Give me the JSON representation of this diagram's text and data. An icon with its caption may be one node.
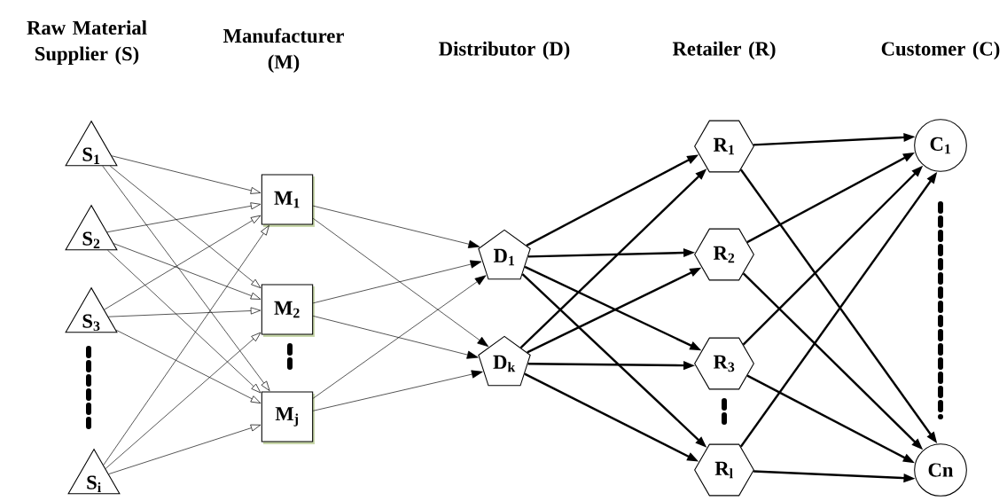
{
  "diagram": {
    "nodes": [
      {
        "text": [
          "S$_{1}$"
        ]
      },
      {
        "text": [
          "S$_{2}$"
        ]
      },
      {
        "text": [
          "S$_{3}$"
        ]
      },
      {
        "text": [
          "S$_{i}$"
        ]
      },
      {
        "text": [
          "M$_{1}$"
        ]
      },
      {
        "text": [
          "M$_{2}$"
        ]
      },
      {
        "text": [
          "M$_{j}$"
        ]
      },
      {
        "text": [
          "D$_{1}$"
        ]
      },
      {
        "text": [
          "D$_{k}$"
        ]
      },
      {
        "text": [
          "R$_{1}$"
        ]
      },
      {
        "text": [
          "R$_{2}$"
        ]
      },
      {
        "text": [
          "R$_{3}$"
        ]
      },
      {
        "text": [
          "R$_{l}$"
        ]
      },
      {
        "text": [
          "C$_{1}$"
        ]
      },
      {
        "text": [
          "Cn"
        ]
      }
    ],
    "edges": [
      {
        "from": 0,
        "to": 4,
        "arrow": "to"
      },
      {
        "from": 0,
        "to": 5,
        "arrow": "to"
      },
      {
        "from": 0,
        "to": 6,
        "arrow": "to"
      },
      {
        "from": 1,
        "to": 4,
        "arrow": "to"
      },
      {
        "from": 1,
        "to": 5,
        "arrow": "to"
      },
      {
        "from": 1,
        "to": 6,
        "arrow": "to"
      },
      {
        "from": 2,
        "to": 4,
        "arrow": "to"
      },
      {
        "from": 2,
        "to": 5,
        "arrow": "to"
      },
      {
        "from": 2,
        "to": 6,
        "arrow": "to"
      },
      {
        "from": 3,
        "to": 4,
        "arrow": "to"
      },
      {
        "from": 3,
        "to": 5,
        "arrow": "to"
      },
      {
        "from": 3,
        "to": 6,
        "arrow": "to"
      },
      {
        "from": 4,
        "to": 7,
        "arrow": "to"
      },
      {
        "from": 4,
        "to": 8,
        "arrow": "to"
      },
      {
        "from": 5,
        "to": 7,
        "arrow": "to"
      },
      {
        "from": 5,
        "to": 8,
        "arrow": "to"
      },
      {
        "from": 6,
        "to": 7,
        "arrow": "to"
      },
      {
        "from": 6,
        "to": 8,
        "arrow": "to"
      },
      {
        "from": 7,
        "to": 9,
        "arrow": "to",
        "style": "thick"
      },
      {
        "from": 7,
        "to": 10,
        "arrow": "to",
        "style": "thick"
      },
      {
        "from": 7,
        "to": 11,
        "arrow": "to",
        "style": "thick"
      },
      {
        "from": 7,
        "to": 12,
        "arrow": "to",
        "style": "thick"
      },
      {
        "from": 8,
        "to": 9,
        "arrow": "to",
        "style": "thick"
      },
      {
        "from": 8,
        "to": 10,
        "arrow": "to",
        "style": "thick"
      },
      {
        "from": 8,
        "to": 11,
        "arrow": "to",
        "style": "thick"
      },
      {
        "from": 8,
        "to": 12,
        "arrow": "to",
        "style": "thick"
      },
      {
        "from": 9,
        "to": 13,
        "arrow": "to",
        "style": "thick"
      },
      {
        "from": 9,
        "to": 14,
        "arrow": "to",
        "style": "thick"
      },
      {
        "from": 10,
        "to": 13,
        "arrow": "to",
        "style": "thick"
      },
      {
        "from": 10,
        "to": 14,
        "arrow": "to",
        "style": "thick"
      },
      {
        "from": 11,
        "to": 13,
        "arrow": "to",
        "style": "thick"
      },
      {
        "from": 11,
        "to": 14,
        "arrow": "to",
        "style": "thick"
      },
      {
        "from": 12,
        "to": 13,
        "arrow": "to",
        "style": "thick"
      },
      {
        "from": 12,
        "to": 14,
        "arrow": "to",
        "style": "thick"
      }
    ],
    "labels": [
      "Raw Material Supplier (S)",
      "Manufacturer (M)",
      "Distributor (D)",
      "Retailer (R)",
      "Customer (C)"
    ]
  }
}
